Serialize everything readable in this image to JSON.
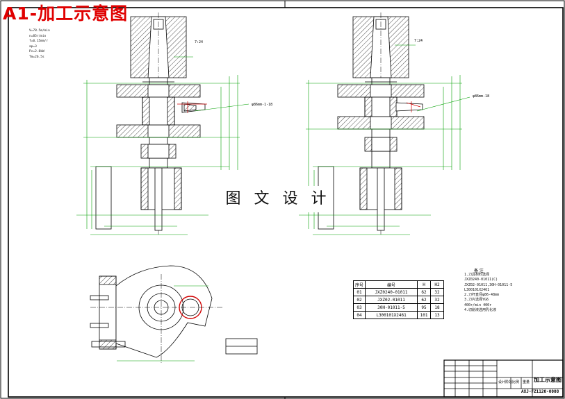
{
  "drawing": {
    "title_overlay": "A1-加工示意图",
    "watermark": "图 文 设 计",
    "cutting_params": [
      "V=78.5m/min",
      "n=85r/min",
      "f=0.15mm/r",
      "ap=3",
      "Pc=2.8kW",
      "Tm=26.5s"
    ],
    "label_left_taper": "7:24",
    "label_right_taper": "7:24",
    "label_left_callout": "φ86mm-1-18",
    "label_right_callout": "φ86mm-18"
  },
  "parts_table": {
    "headers": [
      "序号",
      "编号",
      "H",
      "H2"
    ],
    "rows": [
      {
        "no": "01",
        "code": "JXZ0240-01011",
        "h": "62",
        "h2": "32"
      },
      {
        "no": "02",
        "code": "JXZ02-01011",
        "h": "62",
        "h2": "32"
      },
      {
        "no": "03",
        "code": "30H-01011-5",
        "h": "95",
        "h2": "18"
      },
      {
        "no": "04",
        "code": "L300101X2461",
        "h": "101",
        "h2": "13"
      }
    ]
  },
  "notes": {
    "title": "备 注",
    "lines": [
      "1.刀具材料选择",
      "JXZ0240-01011(C)",
      "JXZ02-01011,30H-01011-5",
      "L300101X2461",
      "2.刀杆直径φ86-48mm",
      "3.刀片选择YG6",
      "   400r/min 400r",
      "4.切削液选用乳化液"
    ]
  },
  "title_block": {
    "drawing_name": "加工示意图",
    "drawing_code": "AXJ-FZ1120-0008",
    "stage_label": "设计阶段",
    "scale_label": "比例",
    "weight_label": "重量"
  }
}
